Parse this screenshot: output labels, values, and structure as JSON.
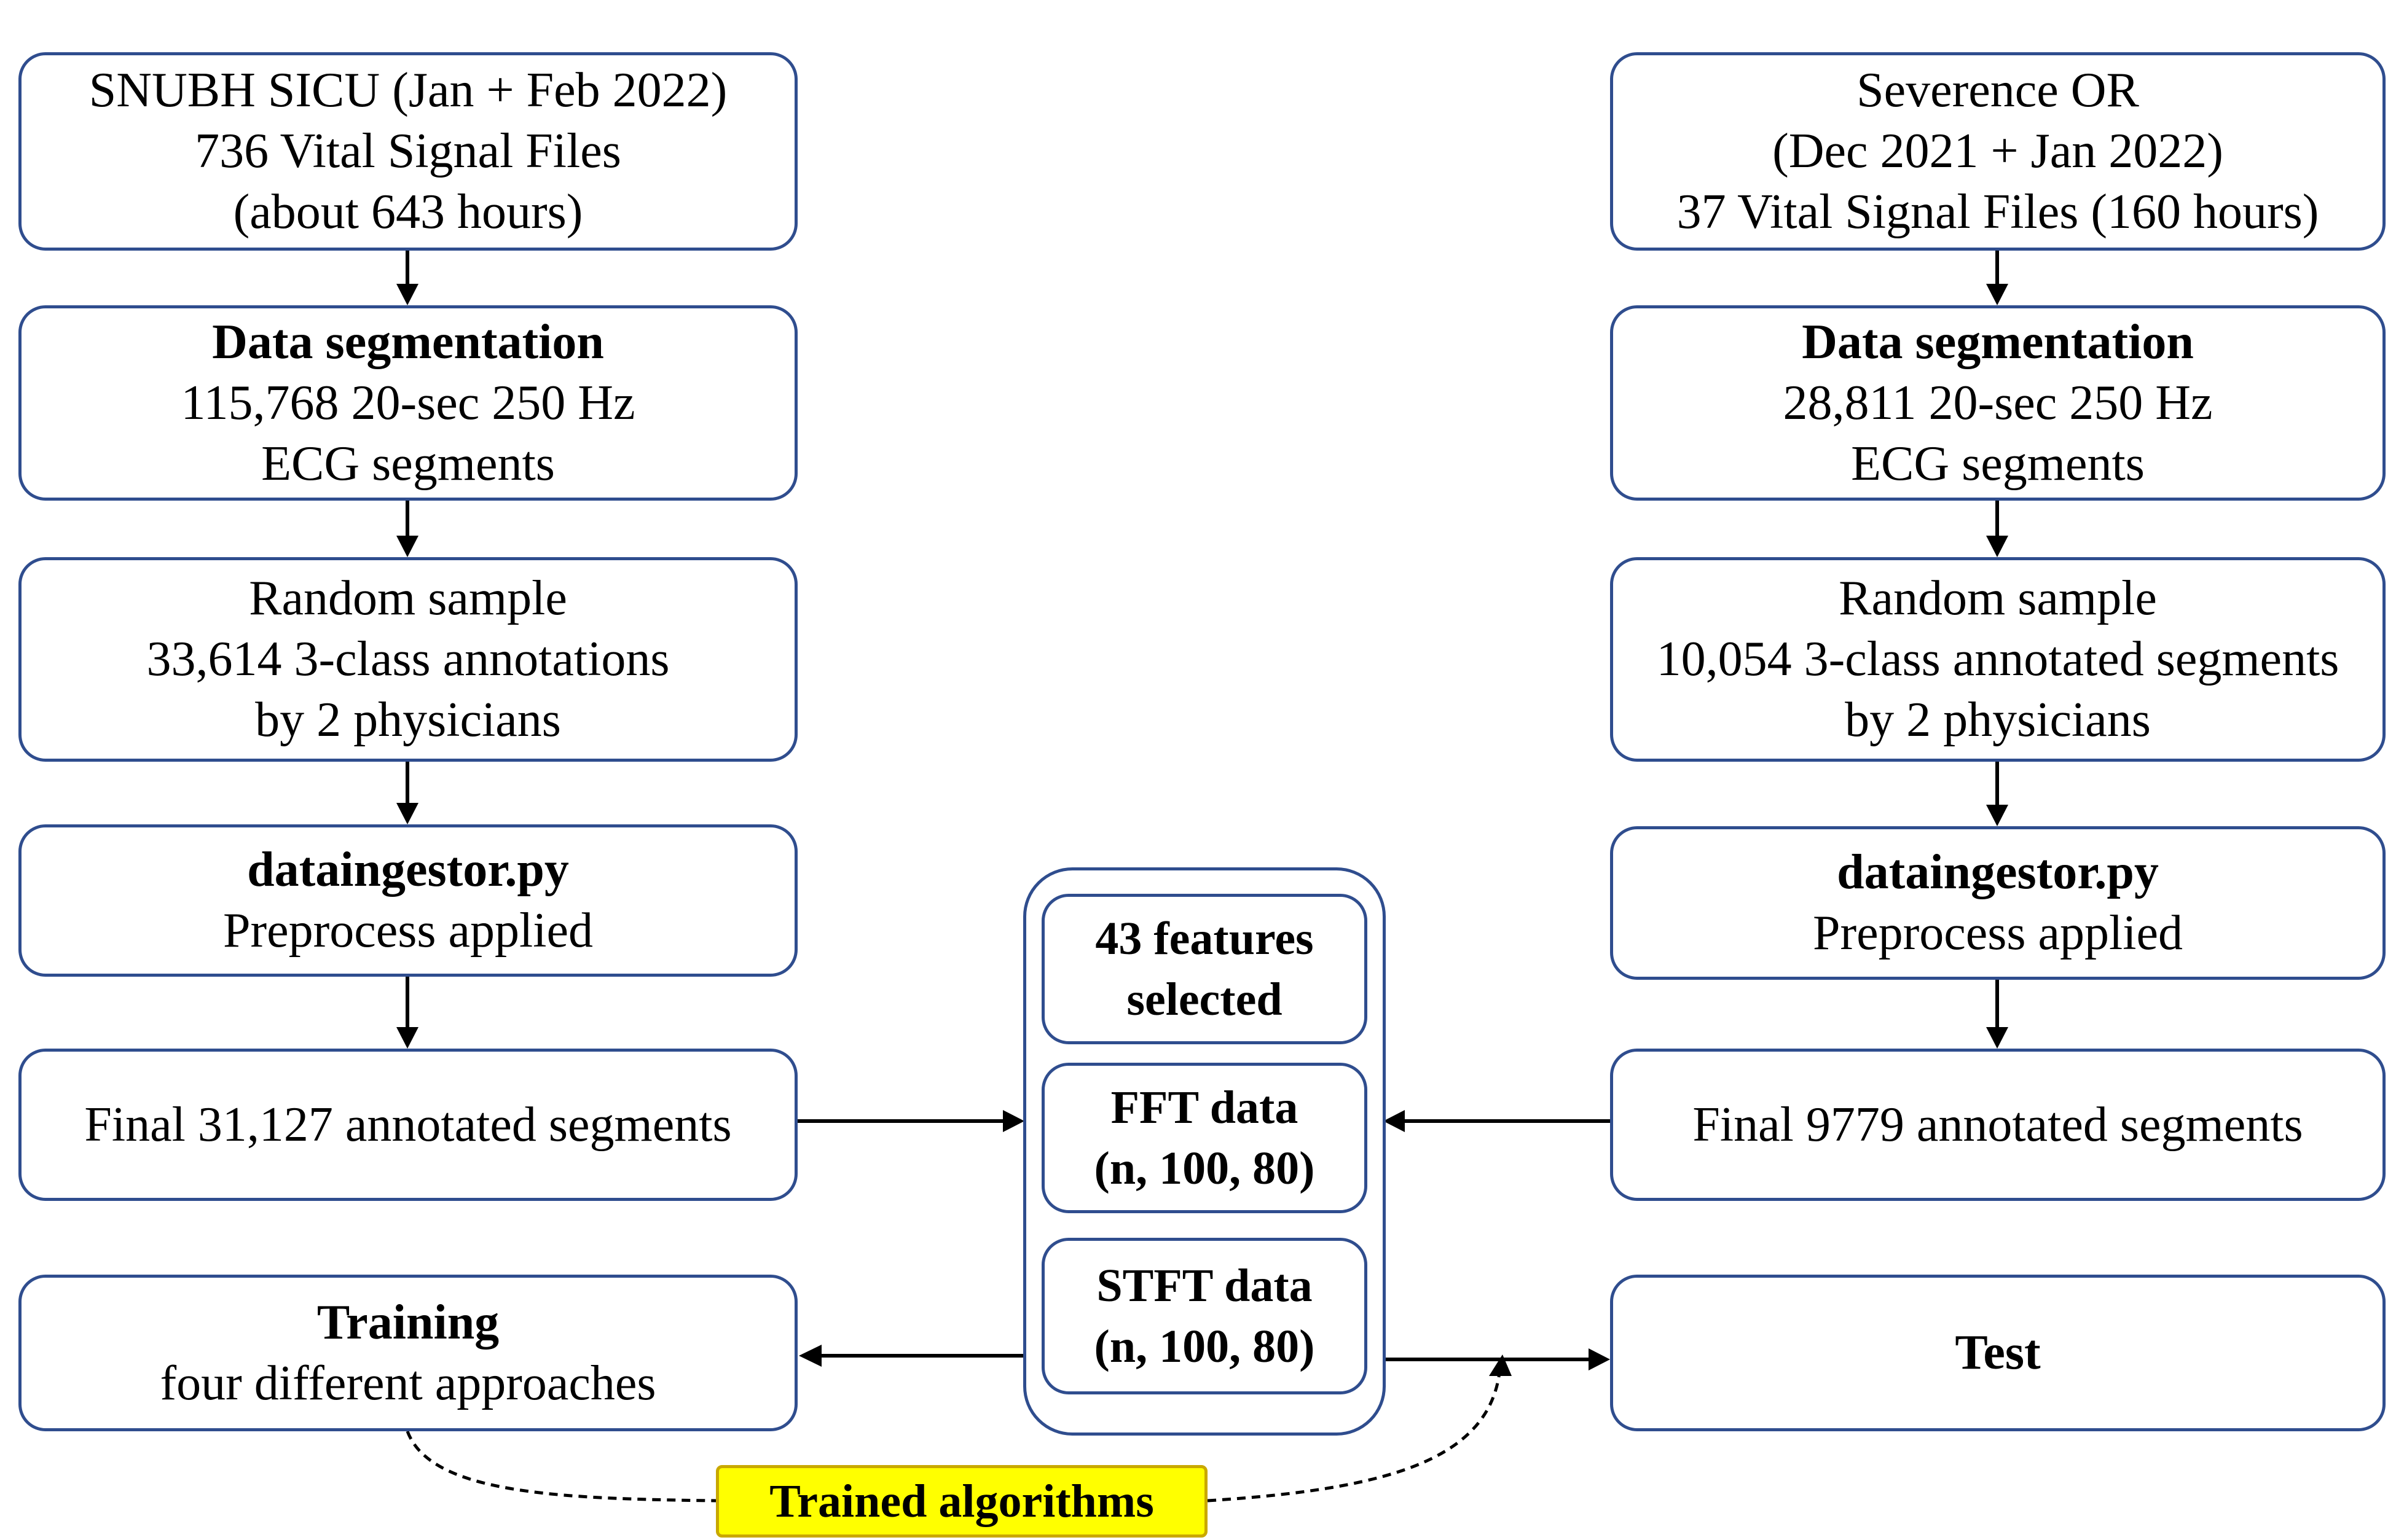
{
  "left": {
    "source": [
      "SNUBH SICU (Jan + Feb 2022)",
      "736 Vital Signal Files",
      "(about 643 hours)"
    ],
    "segmentation": {
      "title": "Data segmentation",
      "lines": [
        "115,768 20-sec 250 Hz",
        "ECG segments"
      ]
    },
    "sample": [
      "Random sample",
      "33,614 3-class annotations",
      "by 2 physicians"
    ],
    "ingestor": {
      "title": "dataingestor.py",
      "subtitle": "Preprocess applied"
    },
    "final": "Final 31,127 annotated segments",
    "training": {
      "title": "Training",
      "subtitle": "four different approaches"
    }
  },
  "right": {
    "source": [
      "Severence OR",
      "(Dec 2021 + Jan 2022)",
      "37 Vital Signal Files (160 hours)"
    ],
    "segmentation": {
      "title": "Data segmentation",
      "lines": [
        "28,811 20-sec 250 Hz",
        "ECG segments"
      ]
    },
    "sample": [
      "Random sample",
      "10,054 3-class annotated segments",
      "by 2 physicians"
    ],
    "ingestor": {
      "title": "dataingestor.py",
      "subtitle": "Preprocess applied"
    },
    "final": "Final 9779 annotated segments",
    "test": "Test"
  },
  "center": {
    "features": [
      "43 features",
      "selected"
    ],
    "fft": [
      "FFT data",
      "(n, 100, 80)"
    ],
    "stft": [
      "STFT data",
      "(n, 100, 80)"
    ]
  },
  "trained_label": "Trained algorithms",
  "colors": {
    "box_border": "#2f4d8e",
    "badge_fill": "#ffff00",
    "arrow": "#000000"
  }
}
